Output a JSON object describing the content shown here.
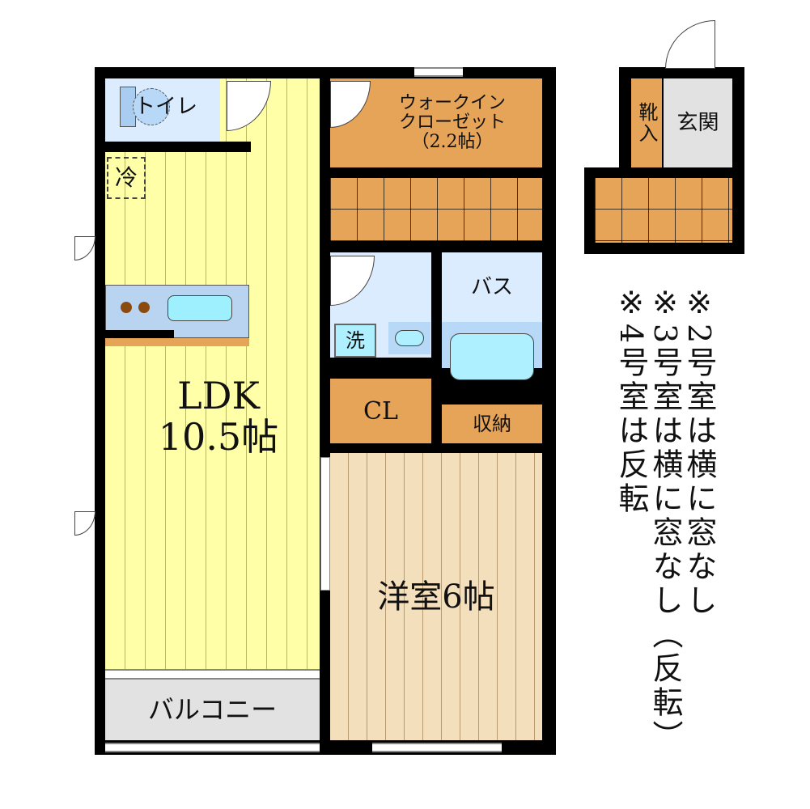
{
  "rooms": {
    "toilet": "トイレ",
    "fridge": "冷",
    "walk_in_closet": "ウォークイン\nクローゼット\n（2.2帖）",
    "ldk_name": "LDK",
    "ldk_size": "10.5帖",
    "washer": "洗",
    "bath": "バス",
    "closet": "CL",
    "storage": "収納",
    "western_room": "洋室6帖",
    "balcony": "バルコニー",
    "entrance": "玄関",
    "shoe_storage": "靴入"
  },
  "notes": [
    "※2号室は横に窓なし",
    "※3号室は横に窓なし（反転）",
    "※4号室は反転"
  ],
  "colors": {
    "wall": "#000000",
    "ldk": "#ffffa8",
    "storage": "#e6a458",
    "wet": "#dcecff",
    "wood": "#f4dfbc",
    "balcony": "#e2e2e2"
  }
}
